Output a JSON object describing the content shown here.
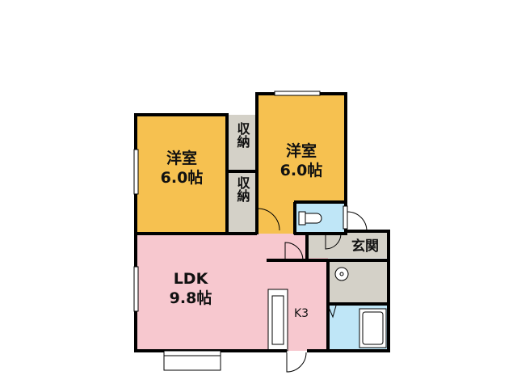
{
  "rooms": {
    "western1": {
      "name": "洋室",
      "size": "6.0帖"
    },
    "western2": {
      "name": "洋室",
      "size": "6.0帖"
    },
    "ldk": {
      "name": "LDK",
      "size": "9.8帖"
    },
    "storage_upper": "収納",
    "storage_lower": "収納",
    "entrance": "玄関",
    "kitchen": "K3"
  },
  "colors": {
    "western": "#f6c150",
    "ldk": "#f7c8cf",
    "storage": "#d4d1c8",
    "wet": "#bfe6f7",
    "wall": "#000000"
  }
}
